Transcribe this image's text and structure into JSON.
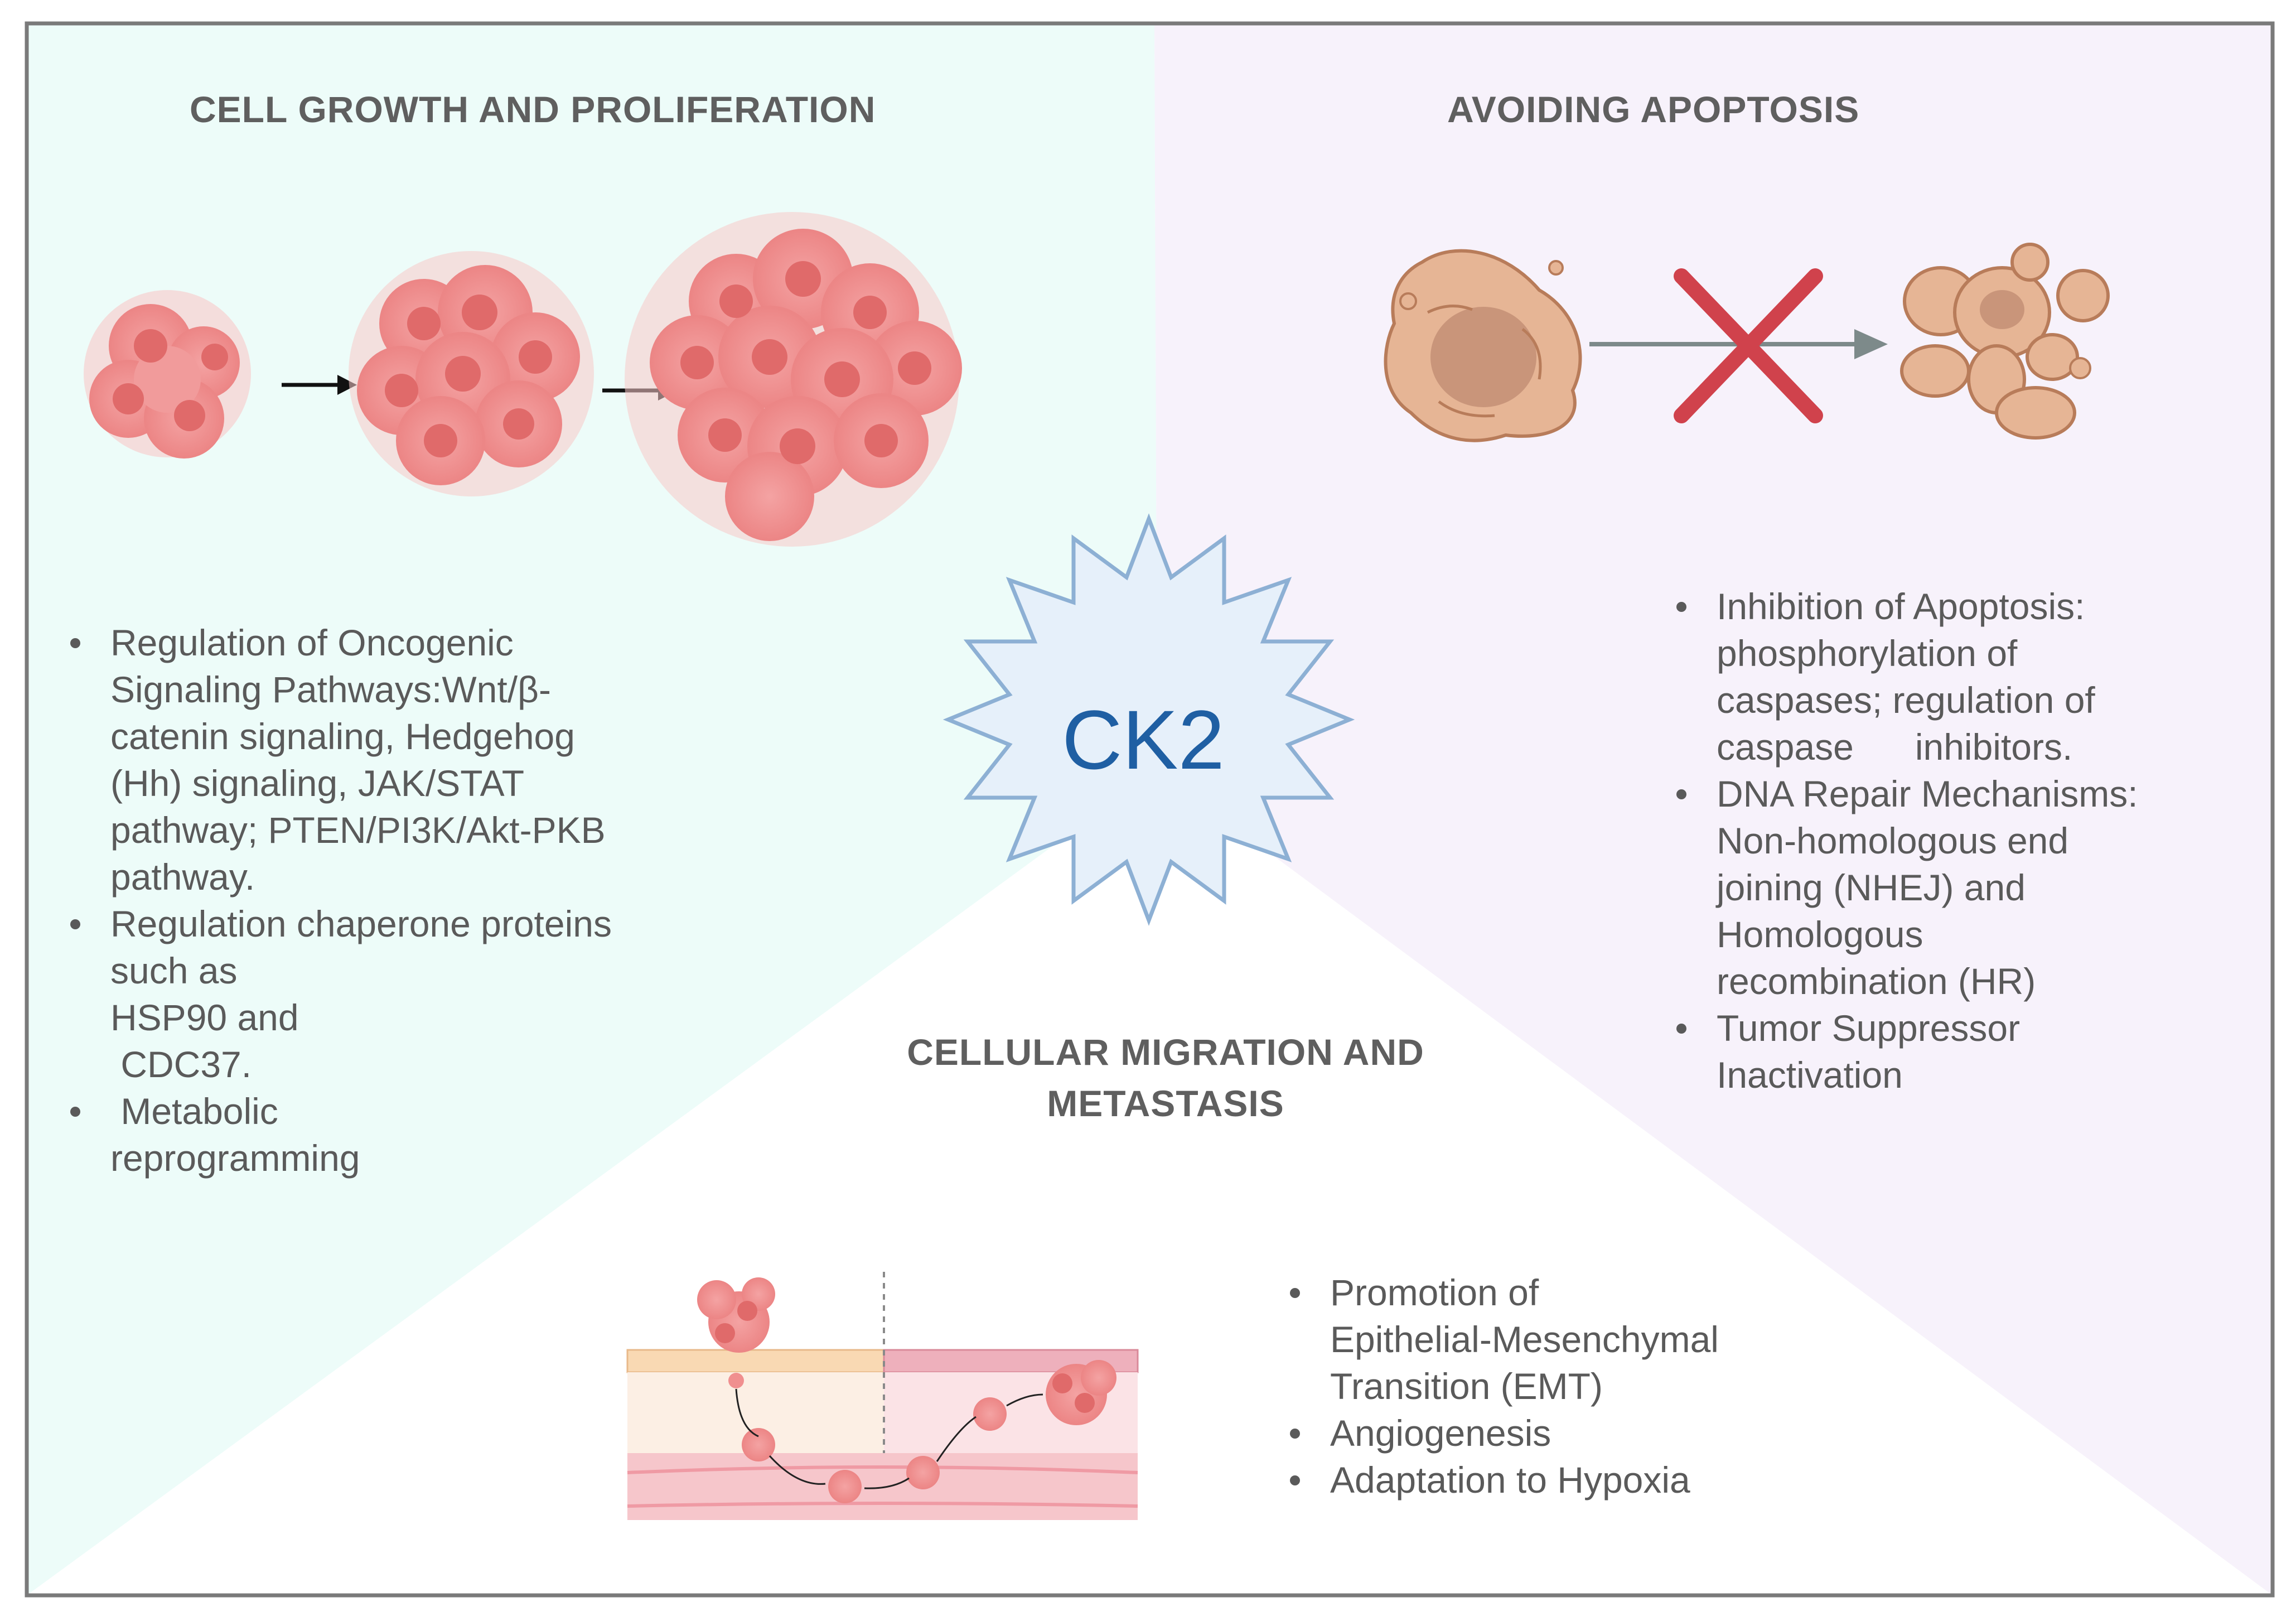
{
  "ck2_label": "CK2",
  "sections": {
    "growth": {
      "title": "CELL GROWTH AND PROLIFERATION",
      "bullets": [
        {
          "lines": [
            "Regulation of Oncogenic",
            "Signaling Pathways:Wnt/β-",
            "catenin signaling, Hedgehog",
            "(Hh) signaling, JAK/STAT",
            "pathway; PTEN/PI3K/Akt-PKB",
            "pathway."
          ]
        },
        {
          "lines": [
            "Regulation chaperone proteins",
            "such as",
            "HSP90 and",
            " CDC37."
          ]
        },
        {
          "lines": [
            " Metabolic",
            "reprogramming"
          ]
        }
      ]
    },
    "apoptosis": {
      "title": "AVOIDING APOPTOSIS",
      "bullets": [
        {
          "lines": [
            "Inhibition of Apoptosis:",
            "phosphorylation of",
            "caspases; regulation of",
            "caspase      inhibitors."
          ]
        },
        {
          "lines": [
            "DNA Repair Mechanisms:",
            "Non-homologous end",
            "joining (NHEJ) and",
            "Homologous",
            "recombination (HR)"
          ]
        },
        {
          "lines": [
            "Tumor Suppressor",
            "Inactivation"
          ]
        }
      ]
    },
    "migration": {
      "title_line1": "CELLULAR MIGRATION AND",
      "title_line2": "METASTASIS",
      "bullets": [
        {
          "lines": [
            "Promotion of",
            "Epithelial-Mesenchymal",
            "Transition (EMT)"
          ]
        },
        {
          "lines": [
            "Angiogenesis"
          ]
        },
        {
          "lines": [
            "Adaptation to Hypoxia"
          ]
        }
      ]
    }
  },
  "colors": {
    "growth_bg": "#edfcf9",
    "apoptosis_bg": "#f7f2fb",
    "migration_bg": "#ffffff",
    "border": "#7a7a7a",
    "star_fill": "#e6f0fa",
    "star_stroke": "#8db0d4",
    "ck2_text": "#1f5fa3",
    "cell_fill": "#f08f8f",
    "apoptotic_cell": "#e6b595",
    "cross": "#d0424c",
    "arrow_gray": "#7d8a8a"
  },
  "icons": [
    "tumor-cluster-small-icon",
    "tumor-cluster-medium-icon",
    "tumor-cluster-large-icon",
    "healthy-cell-icon",
    "apoptotic-cell-icon",
    "red-cross-icon",
    "metastasis-vessel-icon"
  ]
}
